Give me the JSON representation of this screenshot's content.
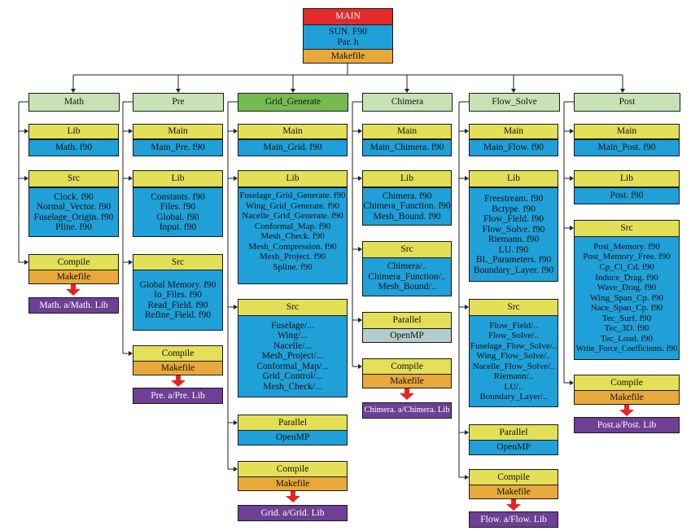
{
  "main": {
    "title": "MAIN",
    "files": [
      "SUN. F90",
      "Par. h"
    ],
    "makefile": "Makefile"
  },
  "columns": [
    {
      "name": "Math",
      "main": null,
      "lib": {
        "title": "Lib",
        "files": [
          "Math. f90"
        ]
      },
      "src": {
        "title": "Src",
        "files": [
          "Clock. f90",
          "Normal_Vector. f90",
          "Fuselage_Origin. f90",
          "Pline. f90"
        ]
      },
      "parallel": null,
      "compile": {
        "title": "Compile",
        "makefile": "Makefile",
        "output": "Math. a/Math. Lib"
      }
    },
    {
      "name": "Pre",
      "main": {
        "title": "Main",
        "files": [
          "Main_Pre. f90"
        ]
      },
      "lib": {
        "title": "Lib",
        "files": [
          "Constants. f90",
          "Files. f90",
          "Global. f90",
          "Input. f90"
        ]
      },
      "src": {
        "title": "Src",
        "files": [
          "Global Memory. f90",
          "Io_Files. f90",
          "Read_Field. f90",
          "Refine_Field. f90"
        ]
      },
      "parallel": null,
      "compile": {
        "title": "Compile",
        "makefile": "Makefile",
        "output": "Pre. a/Pre. Lib"
      }
    },
    {
      "name": "Grid_Generate",
      "main": {
        "title": "Main",
        "files": [
          "Main_Grid. f90"
        ]
      },
      "lib": {
        "title": "Lib",
        "files": [
          "Fuselage_Grid_Generate. f90",
          "Wing_Grid_Generate. f90",
          "Nacelle_Grid_Generate. f90",
          "Conformal_Map. f90",
          "Mesh_Check. f90",
          "Mesh_Compression. f90",
          "Mesh_Project. f90",
          "Spline. f90"
        ]
      },
      "src": {
        "title": "Src",
        "files": [
          "Fuselage/...",
          "Wing/...",
          "Nacelle/...",
          "Mesh_Project/...",
          "Conformal_Map/...",
          "Grid_Control/...",
          "Mesh_Check/..."
        ]
      },
      "parallel": {
        "title": "Parallel",
        "item": "OpenMP"
      },
      "compile": {
        "title": "Compile",
        "makefile": "Makefile",
        "output": "Grid. a/Grid. Lib"
      }
    },
    {
      "name": "Chimera",
      "main": {
        "title": "Main",
        "files": [
          "Main_Chimera. f90"
        ]
      },
      "lib": {
        "title": "Lib",
        "files": [
          "Chimera. f90",
          "Chimera_Function. f90",
          "Mesh_Bound. f90"
        ]
      },
      "src": {
        "title": "Src",
        "files": [
          "Chimera/..",
          "Chimera_Function/..",
          "Mesh_Bound/.."
        ]
      },
      "parallel": {
        "title": "Parallel",
        "item": "OpenMP"
      },
      "compile": {
        "title": "Compile",
        "makefile": "Makefile",
        "output": "Chimera. a/Chimera. Lib"
      }
    },
    {
      "name": "Flow_Solve",
      "main": {
        "title": "Main",
        "files": [
          "Main_Flow. f90"
        ]
      },
      "lib": {
        "title": "Lib",
        "files": [
          "Freestream. f90",
          "Bctype. f90",
          "Flow_Field. f90",
          "Flow_Solve. f90",
          "Riemann. f90",
          "LU. f90",
          "BL_Parameters. f90",
          "Boundary_Layer. f90"
        ]
      },
      "src": {
        "title": "Src",
        "files": [
          "Flow_Field/..",
          "Flow_Solve/..",
          "Fuselage_Flow_Solve/..",
          "Wing_Flow_Solve/..",
          "Nacelle_Flow_Solve/..",
          "Riemann/..",
          "LU/..",
          "Boundary_Layer/.."
        ]
      },
      "parallel": {
        "title": "Parallel",
        "item": "OpenMP"
      },
      "compile": {
        "title": "Compile",
        "makefile": "Makefile",
        "output": "Flow. a/Flow. Lib"
      }
    },
    {
      "name": "Post",
      "main": {
        "title": "Main",
        "files": [
          "Main_Post. f90"
        ]
      },
      "lib": {
        "title": "Lib",
        "files": [
          "Post. f90"
        ]
      },
      "src": {
        "title": "Src",
        "files": [
          "Post_Memory. f90",
          "Post_Memory_Free. f90",
          "Cp_Cl_Cd. f90",
          "Induce_Drag. f90",
          "Wave_Drag. f90",
          "Wing_Span_Cp. f90",
          "Nace_Span_Cp. f90",
          "Tec_Surf. f90",
          "Tec_3D. f90",
          "Tec_Load. f90",
          "Write_Force_Coefficients. f90"
        ]
      },
      "parallel": null,
      "compile": {
        "title": "Compile",
        "makefile": "Makefile",
        "output": "Post.a/Post. Lib"
      }
    }
  ]
}
